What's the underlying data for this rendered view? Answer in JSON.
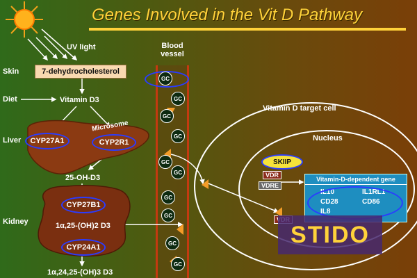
{
  "title": "Genes Involved in the Vit D Pathway",
  "rows": {
    "skin": "Skin",
    "diet": "Diet",
    "liver": "Liver",
    "kidney": "Kidney"
  },
  "uv_light": "UV light",
  "blood_vessel": "Blood vessel",
  "compounds": {
    "dhc": "7-dehydrocholesterol",
    "vitd3": "Vitamin D3",
    "oh25": "25-OH-D3",
    "oh125": "1α,25-(OH)2 D3",
    "oh12425": "1α,24,25-(OH)3 D3"
  },
  "genes": {
    "cyp27a1": "CYP27A1",
    "cyp2r1": "CYP2R1",
    "cyp27b1": "CYP27B1",
    "cyp24a1": "CYP24A1"
  },
  "microsome": "Microsome",
  "gc": "GC",
  "target_cell": "Vitamin D target cell",
  "nucleus": "Nucleus",
  "skiip": "SKIIP",
  "vdr": "VDR",
  "vdre": "VDRE",
  "vdr_gene_box": {
    "title": "Vitamin-D-dependent gene",
    "items": [
      "IL10",
      "IL1RL1",
      "CD28",
      "CD86",
      "IL8"
    ]
  },
  "logo_text": "STIDO",
  "colors": {
    "title": "#ffd23a",
    "oval_outline": "#2a3cff",
    "liver": "#8b3a12",
    "kidney": "#7a2f10",
    "gene_box": "#1e8ec0",
    "ligand": "#f39c28"
  }
}
